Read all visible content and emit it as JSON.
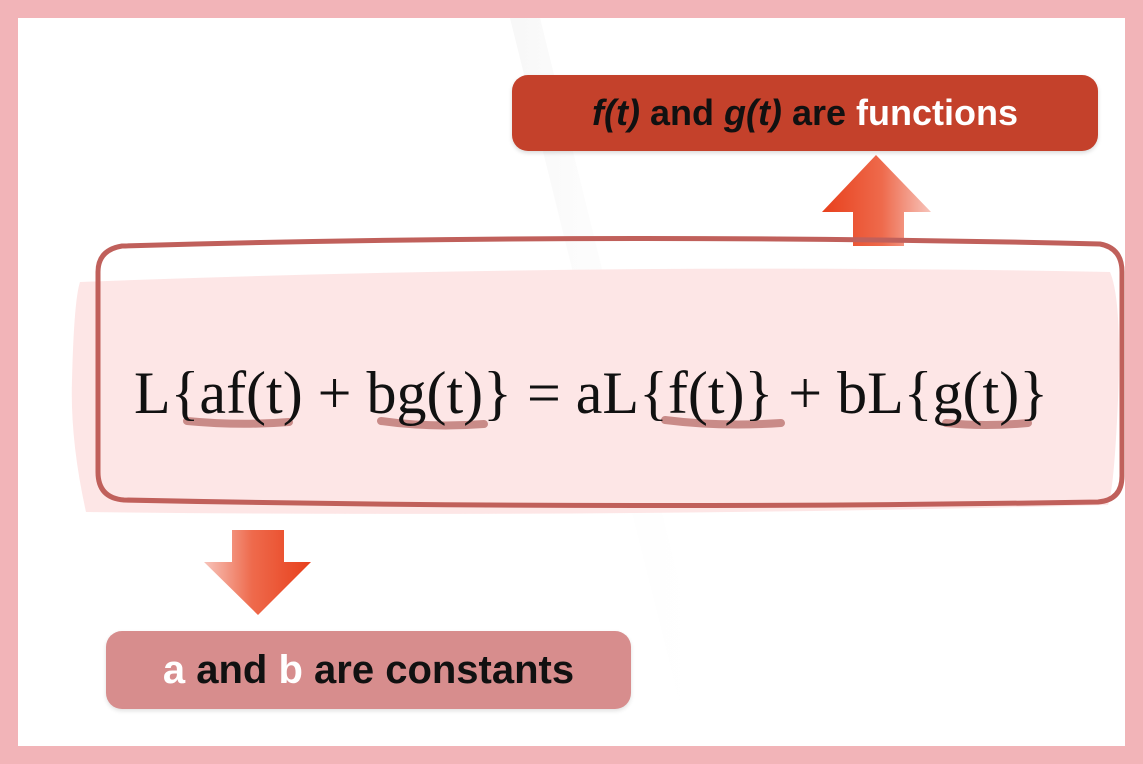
{
  "colors": {
    "frame": "#f2b4b8",
    "callout_functions_bg": "#c4412b",
    "callout_constants_bg": "#d78d8d",
    "arrow": "#e8401c",
    "formula_box_fill": "#fde3e3",
    "formula_box_stroke": "#c0605b",
    "underline": "#c98b88"
  },
  "top_callout": {
    "part1": "f(t)",
    "part2": " and ",
    "part3": "g(t)",
    "part4": " are ",
    "part5": "functions"
  },
  "bottom_callout": {
    "part1": "a",
    "part2": " and ",
    "part3": "b",
    "part4": " are constants"
  },
  "formula": {
    "text": "L{af(t) + bg(t)} = aL{f(t)} + bL{g(t)}"
  },
  "icons": {
    "up_arrow": "up-arrow-icon",
    "down_arrow": "down-arrow-icon"
  }
}
